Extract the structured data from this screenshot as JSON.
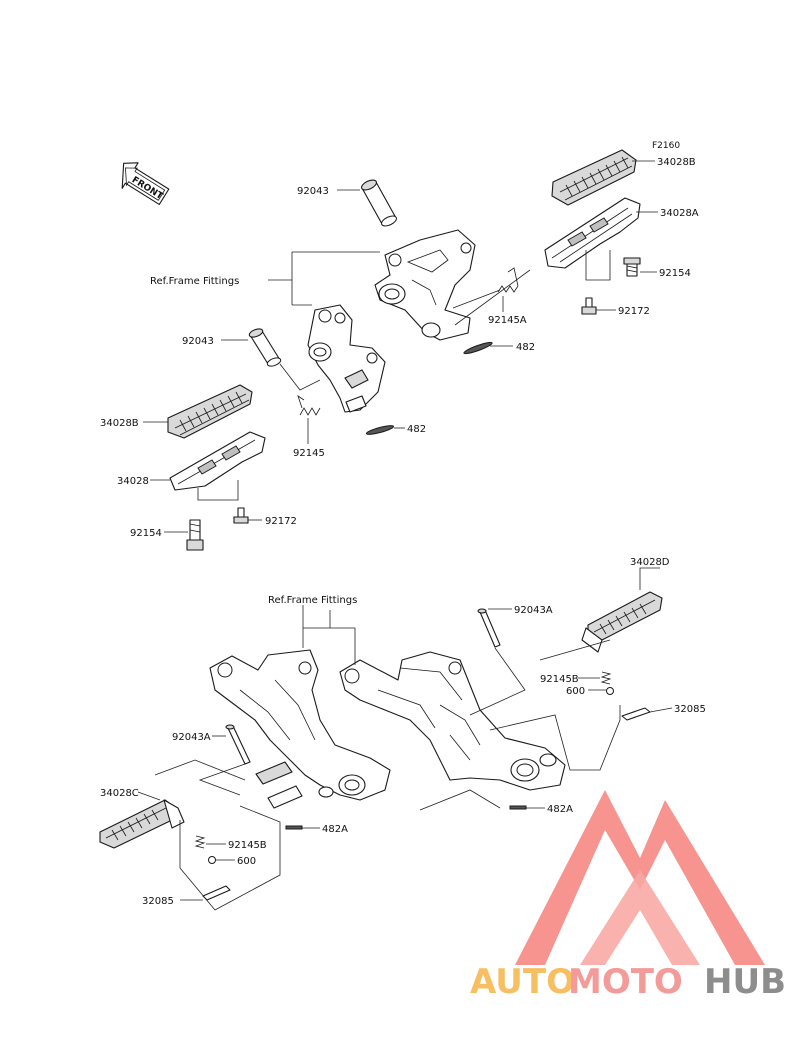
{
  "code": "F2160",
  "front": "FRONT",
  "labels": {
    "p34028B_top": "34028B",
    "p34028A": "34028A",
    "p92154_top": "92154",
    "p92172_top": "92172",
    "p92043_top": "92043",
    "ref1": "Ref.Frame Fittings",
    "p92145A": "92145A",
    "p482_top1": "482",
    "p92043_mid": "92043",
    "p482_top2": "482",
    "p34028B_left": "34028B",
    "p92145": "92145",
    "p34028": "34028",
    "p92154_left": "92154",
    "p92172_left": "92172",
    "p34028D": "34028D",
    "ref2": "Ref.Frame Fittings",
    "p92043A_right": "92043A",
    "p92145B_right": "92145B",
    "p600_right": "600",
    "p32085_right": "32085",
    "p92043A_left": "92043A",
    "p34028C": "34028C",
    "p482A_left": "482A",
    "p92145B_left": "92145B",
    "p600_left": "600",
    "p32085_left": "32085",
    "p482A_right": "482A"
  },
  "logo": {
    "part1": "AUTO",
    "part2": "MOTO",
    "part3": "HUB",
    "color1": "#f6b547",
    "color2": "#f08a88",
    "color3": "#7a7a7a",
    "mark_color": "#f4736e"
  }
}
